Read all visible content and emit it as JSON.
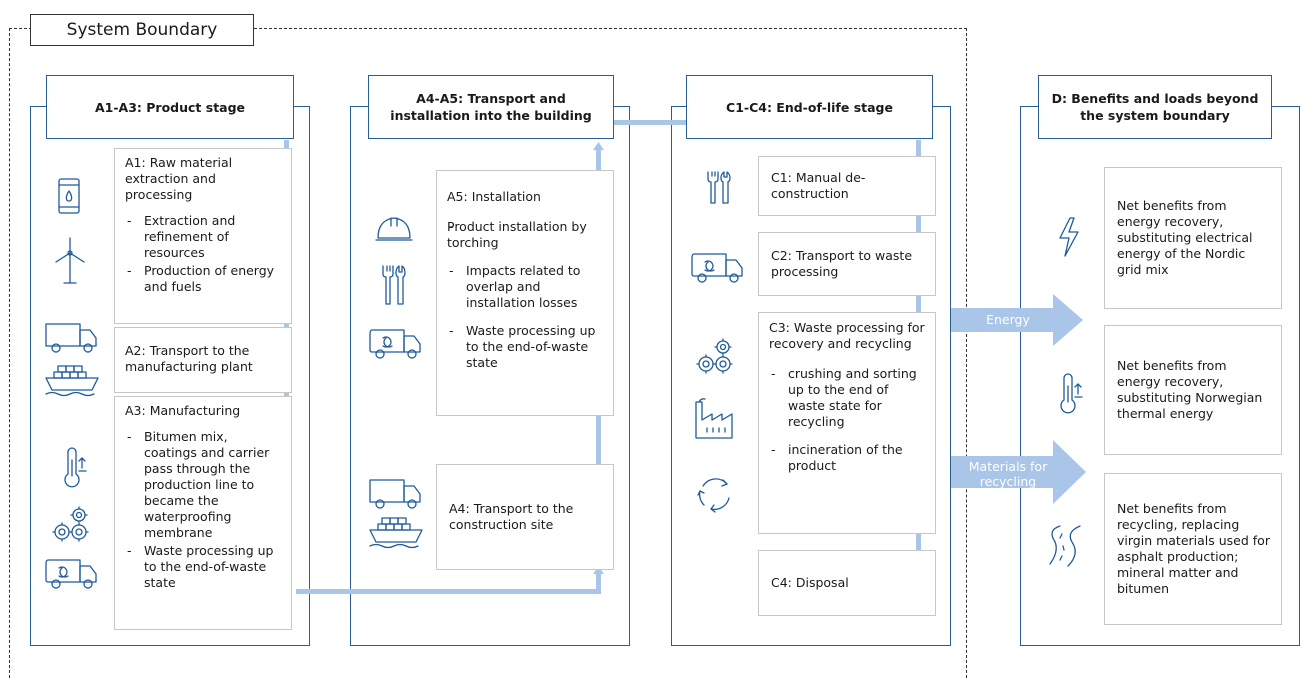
{
  "system_boundary": {
    "label": "System Boundary"
  },
  "columns": {
    "a1a3": {
      "title": "A1-A3: Product stage",
      "a1": {
        "title": "A1: Raw material extraction and processing",
        "items": [
          "Extraction and refinement of resources",
          "Production of energy and fuels"
        ]
      },
      "a2": {
        "title": "A2: Transport to the manufacturing plant"
      },
      "a3": {
        "title": "A3: Manufacturing",
        "items": [
          "Bitumen mix, coatings and carrier pass through the production line to became the waterproofing membrane",
          "Waste processing up to the end-of-waste state"
        ]
      }
    },
    "a4a5": {
      "title": "A4-A5: Transport and installation into the building",
      "a5": {
        "title": "A5: Installation",
        "items": [
          "Product installation by torching",
          "Impacts related to overlap and installation losses",
          "Waste processing up to the end-of-waste state"
        ]
      },
      "a4": {
        "title": "A4: Transport to the construction site"
      }
    },
    "c1c4": {
      "title": "C1-C4: End-of-life stage",
      "c1": {
        "title": "C1: Manual de-construction"
      },
      "c2": {
        "title": "C2: Transport to waste processing"
      },
      "c3": {
        "title": "C3: Waste processing for recovery and recycling",
        "items": [
          "crushing and sorting up to the end of waste state for recycling",
          "incineration of the product"
        ]
      },
      "c4": {
        "title": "C4: Disposal"
      }
    },
    "d": {
      "title": "D: Benefits and loads beyond the system boundary",
      "d1": "Net benefits from energy recovery, substituting electrical energy of the Nordic grid mix",
      "d2": "Net benefits from energy recovery, substituting Norwegian thermal energy",
      "d3": "Net benefits from recycling, replacing virgin materials used for asphalt production; mineral matter and bitumen"
    }
  },
  "arrows": {
    "energy": "Energy",
    "materials": "Materials for recycling"
  },
  "colors": {
    "border": "#2a5d91",
    "flow": "#a9c6e8",
    "icon": "#1f5a99"
  },
  "icons": [
    "oil-barrel-icon",
    "wind-turbine-icon",
    "truck-icon",
    "cargo-ship-icon",
    "thermometer-icon",
    "gears-icon",
    "garbage-truck-icon",
    "hard-hat-icon",
    "tools-icon",
    "lightning-icon",
    "recycle-icon",
    "factory-icon",
    "road-icon"
  ]
}
